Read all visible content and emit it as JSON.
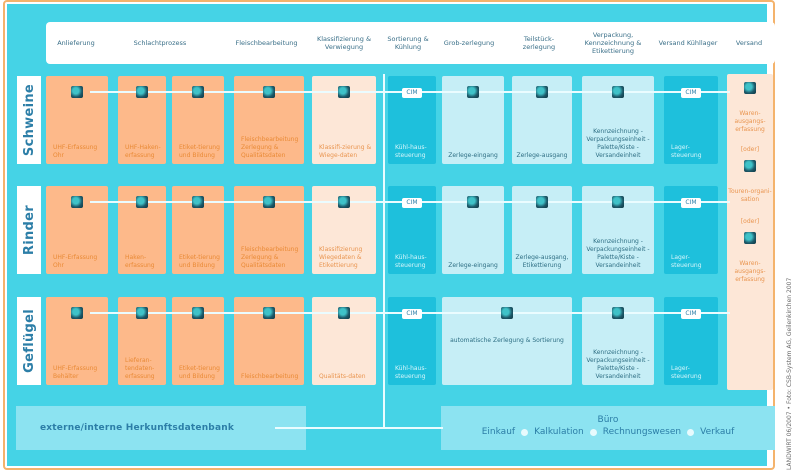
{
  "header": {
    "columns": [
      "Anlieferung",
      "Schlachtprozess",
      "Fleischbearbeitung",
      "Klassifizierung & Verwiegung",
      "Sortierung & Kühlung",
      "Grob-zerlegung",
      "Teilstück-zerlegung",
      "Verpackung, Kennzeichnung & Etikettierung",
      "Versand Kühllager",
      "Versand"
    ]
  },
  "rows": [
    {
      "label": "Schweine",
      "cells": [
        "UHF-Erfassung Ohr",
        "UHF-Haken-erfassung",
        "Etiket-tierung und Bildung",
        "Fleischbearbeitung Zerlegung & Qualitätsdaten",
        "Klassifi-zierung & Wiege-daten",
        "Kühl-haus-steuerung",
        "Zerlege-eingang",
        "Zerlege-ausgang",
        "Kennzeichnung -Verpackungseinheit -Palette/Kiste -Versandeinheit",
        "Lager-steuerung"
      ],
      "cim_labels": [
        "CIM",
        "CIM"
      ]
    },
    {
      "label": "Rinder",
      "cells": [
        "UHF-Erfassung Ohr",
        "Haken-erfassung",
        "Etiket-tierung und Bildung",
        "Fleischbearbeitung Zerlegung & Qualitätsdaten",
        "Klassifizierung Wiegedaten & Etikettierung",
        "Kühl-haus-steuerung",
        "Zerlege-eingang",
        "Zerlege-ausgang, Etikettierung",
        "Kennzeichnung -Verpackungseinheit -Palette/Kiste -Versandeinheit",
        "Lager-steuerung"
      ],
      "cim_labels": [
        "CIM",
        "CIM"
      ]
    },
    {
      "label": "Geflügel",
      "cells": [
        "UHF-Erfassung Behälter",
        "Lieferan-tendaten-erfassung",
        "Etiket-tierung und Bildung",
        "Fleischbearbeitung",
        "Qualitäts-daten",
        "Kühl-haus-steuerung",
        "automatische Zerlegung & Sortierung",
        "Kennzeichnung -Verpackungseinheit -Palette/Kiste -Versandeinheit",
        "Lager-steuerung"
      ],
      "cim_labels": [
        "CIM",
        "CIM"
      ]
    }
  ],
  "versand": {
    "items": [
      "Waren-ausgangs-erfassung",
      "Touren-organi-sation",
      "Waren-ausgangs-erfassung"
    ],
    "separator": "[oder]"
  },
  "bottom": {
    "database": "externe/interne Herkunftsdatenbank",
    "office": {
      "title": "Büro",
      "items": [
        "Einkauf",
        "Kalkulation",
        "Rechnungswesen",
        "Verkauf"
      ]
    }
  },
  "credit": "LANDWIRT 06/2007 • Foto: CSB-System AG, Geilenkirchen 2007",
  "colors": {
    "panel": "#45d3e6",
    "orange": "#fdb98a",
    "peach": "#fde7d7",
    "light_blue": "#c6eef6",
    "dark_blue": "#1ec0dc",
    "text_blue": "#2c7ea7"
  }
}
